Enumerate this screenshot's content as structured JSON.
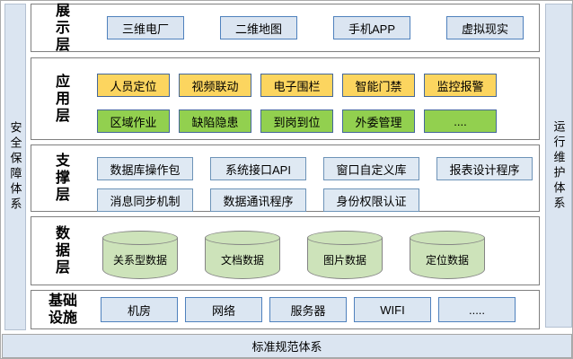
{
  "diagram": {
    "sidebar_left": "安全保障体系",
    "sidebar_right": "运行维护体系",
    "bottom_bar": "标准规范体系"
  },
  "layers": [
    {
      "label": "展示层",
      "items": [
        "三维电厂",
        "二维地图",
        "手机APP",
        "虚拟现实"
      ]
    },
    {
      "label": "应用层",
      "rows": [
        [
          "人员定位",
          "视频联动",
          "电子围栏",
          "智能门禁",
          "监控报警"
        ],
        [
          "区域作业",
          "缺陷隐患",
          "到岗到位",
          "外委管理",
          "...."
        ]
      ]
    },
    {
      "label": "支撑层",
      "rows": [
        [
          "数据库操作包",
          "系统接口API",
          "窗口自定义库",
          "报表设计程序"
        ],
        [
          "消息同步机制",
          "数据通讯程序",
          "身份权限认证"
        ]
      ]
    },
    {
      "label": "数据层",
      "items": [
        "关系型数据",
        "文档数据",
        "图片数据",
        "定位数据"
      ]
    },
    {
      "label": "基础设施",
      "items": [
        "机房",
        "网络",
        "服务器",
        "WIFI",
        "....."
      ]
    }
  ],
  "colors": {
    "panel_blue": "#dbe5f1",
    "box_blue_border": "#4f81bd",
    "box_yellow_fill": "#fcd55f",
    "box_green_fill": "#92d04f",
    "support_fill": "#dfe9f3",
    "cylinder_fill": "#cde3ba",
    "layer_border": "#7f7f7f"
  }
}
